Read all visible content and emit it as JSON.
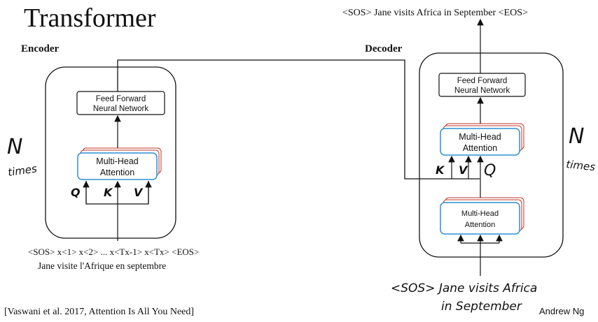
{
  "title": "Transformer",
  "encoder": {
    "heading": "Encoder",
    "ffn_line1": "Feed Forward",
    "ffn_line2": "Neural Network",
    "mha_line1": "Multi-Head",
    "mha_line2": "Attention",
    "q": "Q",
    "k": "K",
    "v": "V",
    "n": "N",
    "times": "times",
    "input_math": "<SOS> x<1> x<2> ... x<Tx-1> x<Tx> <EOS>",
    "input_sentence": "Jane visite l'Afrique en septembre"
  },
  "decoder": {
    "heading": "Decoder",
    "output": "<SOS> Jane visits Africa in September <EOS>",
    "ffn_line1": "Feed Forward",
    "ffn_line2": "Neural Network",
    "mha_top_line1": "Multi-Head",
    "mha_top_line2": "Attention",
    "mha_bottom_line1": "Multi-Head",
    "mha_bottom_line2": "Attention",
    "k": "K",
    "v": "V",
    "q": "Q",
    "n": "N",
    "times": "times",
    "input_line1": "<SOS> Jane visits Africa",
    "input_line2": "in September"
  },
  "citation": "[Vaswani et al. 2017, Attention Is All You Need]",
  "author": "Andrew Ng",
  "colors": {
    "box_blue": "#2d8fd5",
    "stack_red": "#c0392b",
    "ink": "#111111"
  }
}
